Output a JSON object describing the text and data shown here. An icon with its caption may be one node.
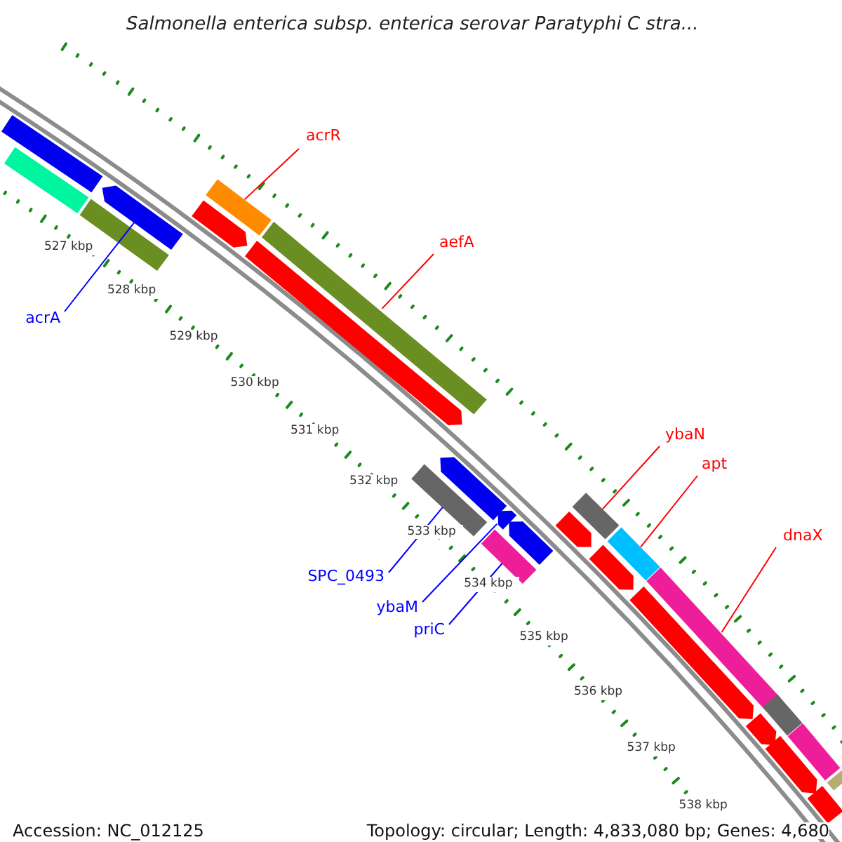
{
  "diagram": {
    "title": "Salmonella enterica subsp. enterica serovar Paratyphi C stra...",
    "nodes": [
      {
        "text": [
          "acrR"
        ]
      },
      {
        "text": [
          "aefA"
        ]
      },
      {
        "text": [
          "acrA"
        ]
      },
      {
        "text": [
          "ybaN"
        ]
      },
      {
        "text": [
          "apt"
        ]
      },
      {
        "text": [
          "dnaX"
        ]
      },
      {
        "text": [
          "SPC_0493"
        ]
      },
      {
        "text": [
          "ybaM"
        ]
      },
      {
        "text": [
          "priC"
        ]
      },
      {
        "text": [],
        "shape": "bar"
      },
      {
        "text": [],
        "shape": "bar"
      },
      {
        "text": [],
        "shape": "bar"
      },
      {
        "text": [],
        "shape": "arrow"
      },
      {
        "text": [],
        "shape": "arrow"
      },
      {
        "text": [],
        "shape": "bar"
      },
      {
        "text": [],
        "shape": "arrow"
      },
      {
        "text": [],
        "shape": "bar"
      },
      {
        "text": [],
        "shape": "bar"
      },
      {
        "text": [],
        "shape": "arrow"
      },
      {
        "text": [],
        "shape": "arrow"
      },
      {
        "text": [],
        "shape": "bar"
      },
      {
        "text": [],
        "shape": "arrow"
      },
      {
        "text": [],
        "shape": "arrow"
      },
      {
        "text": [],
        "shape": "bar"
      },
      {
        "text": [],
        "shape": "arrow"
      },
      {
        "text": [],
        "shape": "bar"
      },
      {
        "text": [],
        "shape": "arrow"
      },
      {
        "text": [],
        "shape": "bar"
      },
      {
        "text": [],
        "shape": "arrow"
      },
      {
        "text": [],
        "shape": "bar"
      },
      {
        "text": [],
        "shape": "arrow"
      },
      {
        "text": [],
        "shape": "bar"
      },
      {
        "text": [],
        "shape": "bar"
      },
      {
        "text": [],
        "shape": "bar"
      }
    ],
    "edges": [
      {
        "from": 0,
        "to": 14,
        "arrow": "none"
      },
      {
        "from": 1,
        "to": 16,
        "arrow": "none"
      },
      {
        "from": 2,
        "to": 12,
        "arrow": "none",
        "color": "#0000ff"
      },
      {
        "from": 3,
        "to": 23,
        "arrow": "none"
      },
      {
        "from": 4,
        "to": 25,
        "arrow": "none"
      },
      {
        "from": 5,
        "to": 27,
        "arrow": "none"
      },
      {
        "from": 6,
        "to": 17,
        "arrow": "none",
        "color": "#0000ff"
      },
      {
        "from": 7,
        "to": 19,
        "arrow": "none",
        "color": "#0000ff"
      },
      {
        "from": 8,
        "to": 20,
        "arrow": "none",
        "color": "#0000ff"
      }
    ],
    "labels": [
      "527 kbp",
      "528 kbp",
      "529 kbp",
      "530 kbp",
      "531 kbp",
      "532 kbp",
      "533 kbp",
      "534 kbp",
      "535 kbp",
      "536 kbp",
      "537 kbp",
      "538 kbp",
      "Accession: NC_012125",
      "Topology: circular; Length: 4,833,080 bp; Genes: 4,680"
    ]
  }
}
